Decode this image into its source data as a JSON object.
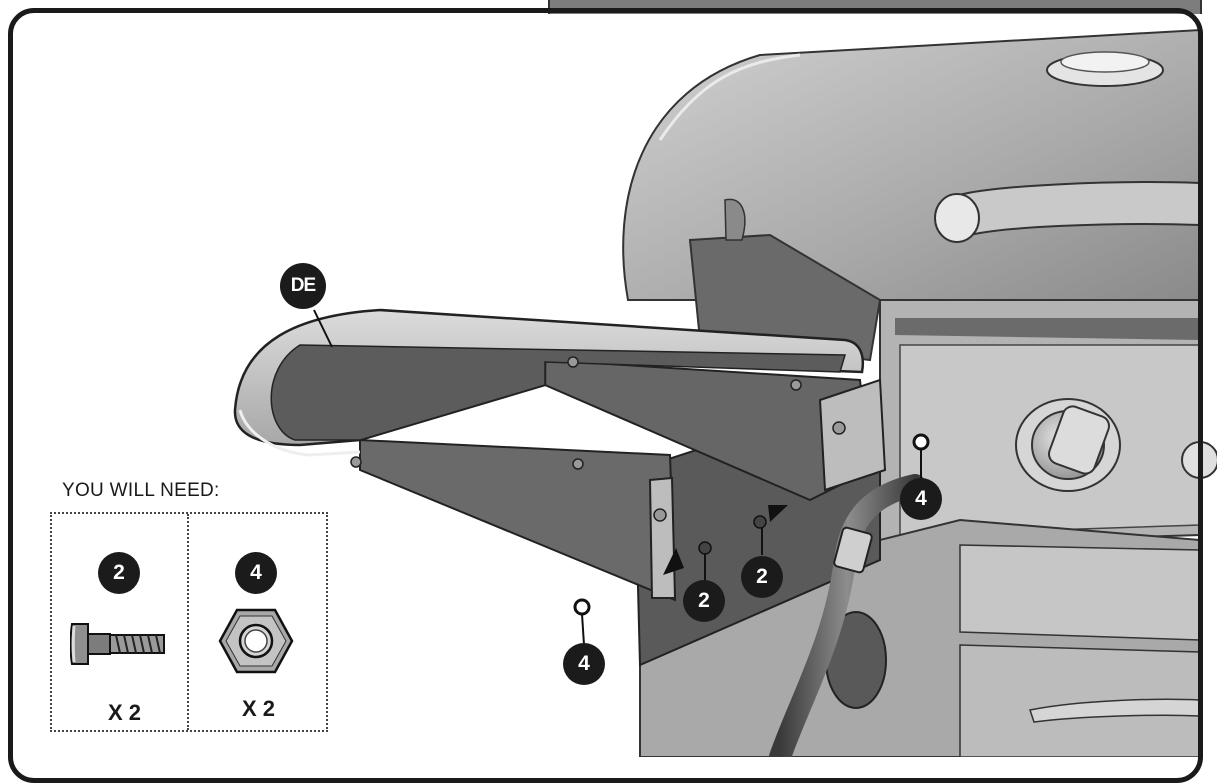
{
  "illustration": {
    "part_label": "DE",
    "callouts": {
      "bolt_a": "2",
      "bolt_b": "2",
      "nut_a": "4",
      "nut_b": "4"
    }
  },
  "parts_needed": {
    "title": "YOU WILL NEED:",
    "items": [
      {
        "number": "2",
        "icon": "bolt-icon",
        "quantity": "X 2"
      },
      {
        "number": "4",
        "icon": "hex-nut-icon",
        "quantity": "X 2"
      }
    ]
  },
  "colors": {
    "callout_fill": "#1b1b1b",
    "frame": "#1a1a1a",
    "metal_light": "#c4c4c4",
    "metal_mid": "#9b9b9b",
    "metal_dark": "#5e5e5e"
  }
}
